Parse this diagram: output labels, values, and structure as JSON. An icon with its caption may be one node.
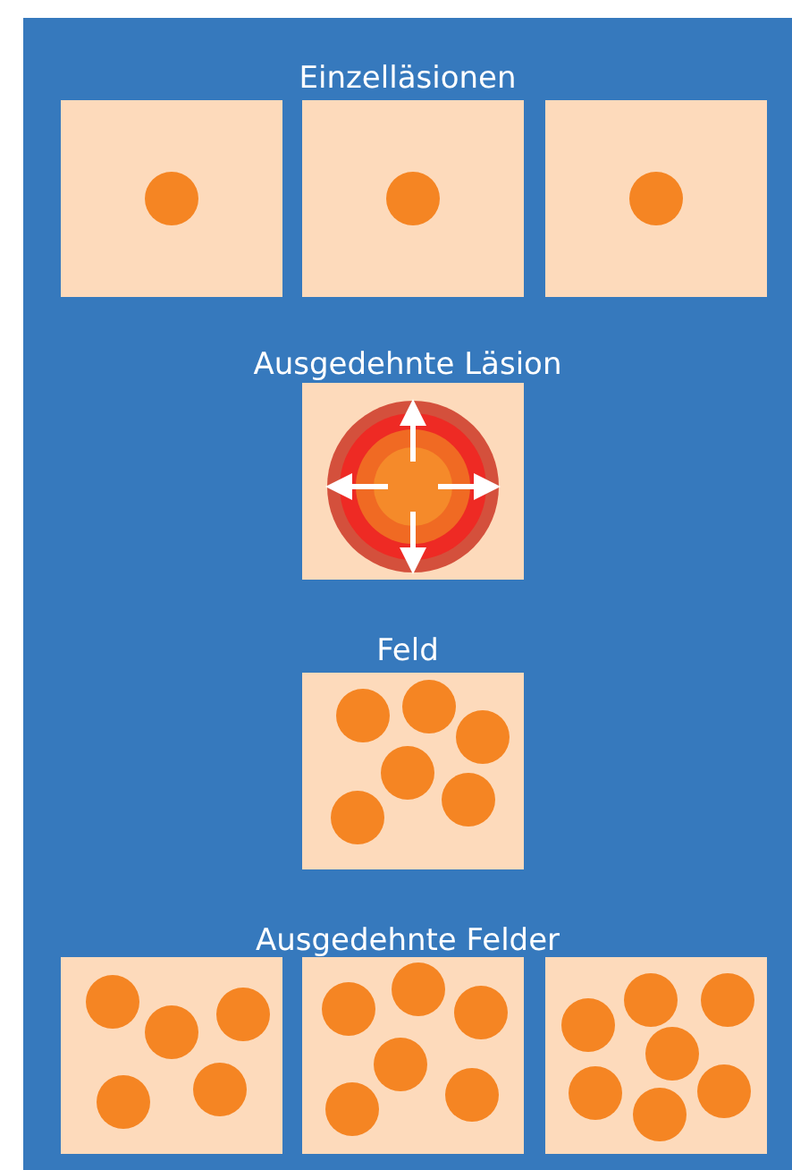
{
  "diagram": {
    "labels": [
      "Einzelläsionen",
      "Ausgedehnte Läsion",
      "Feld",
      "Ausgedehnte Felder"
    ]
  }
}
